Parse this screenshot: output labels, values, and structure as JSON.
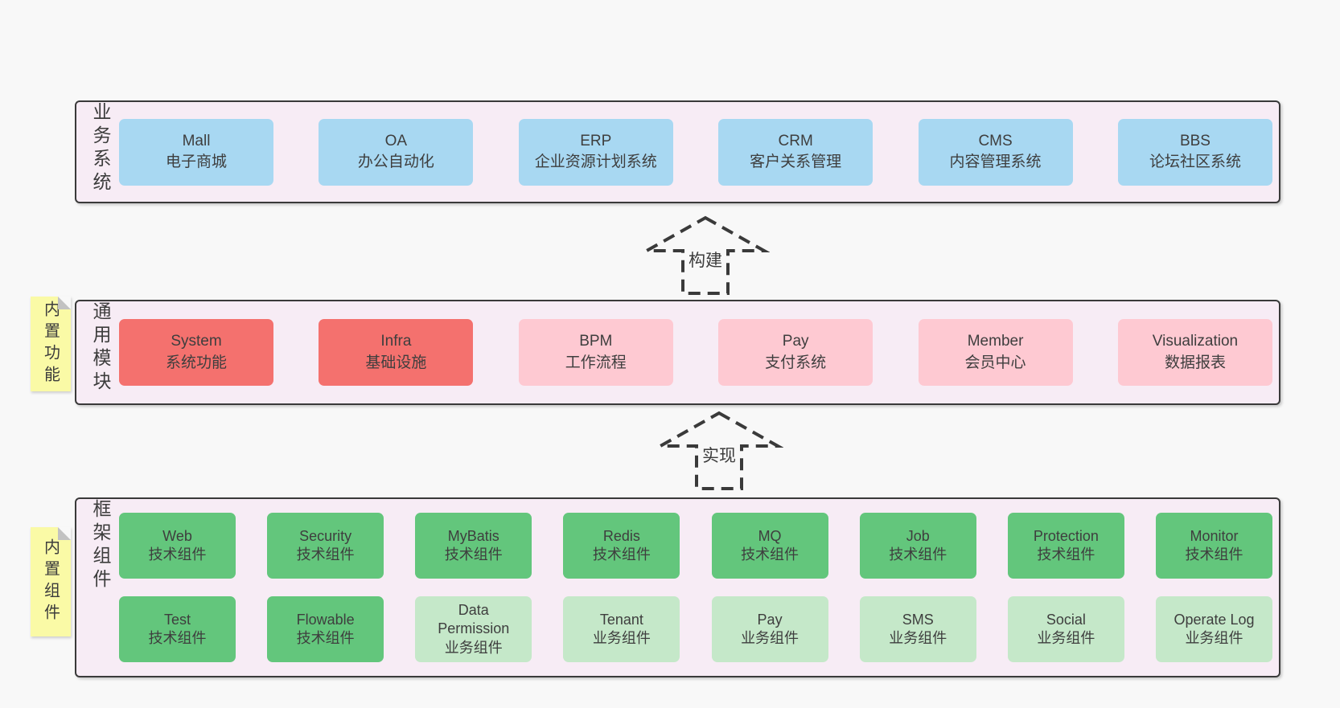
{
  "colors": {
    "page_bg": "#f8f8f8",
    "band_bg": "#f7ecf5",
    "border": "#3a3a3a",
    "text": "#3e3e3e",
    "sticky_yellow": "#fafaa6",
    "blue": "#a8d8f2",
    "red": "#f4716e",
    "pink": "#fec9d2",
    "green": "#63c67c",
    "lightgreen": "#c5e8c9"
  },
  "arrows": [
    {
      "label": "构建"
    },
    {
      "label": "实现"
    }
  ],
  "bands": [
    {
      "name": "business-systems",
      "side_label": "业务系统",
      "sticky": null,
      "rows": [
        [
          {
            "title": "Mall",
            "subtitle": "电子商城",
            "variant": "blue"
          },
          {
            "title": "OA",
            "subtitle": "办公自动化",
            "variant": "blue"
          },
          {
            "title": "ERP",
            "subtitle": "企业资源计划系统",
            "variant": "blue"
          },
          {
            "title": "CRM",
            "subtitle": "客户关系管理",
            "variant": "blue"
          },
          {
            "title": "CMS",
            "subtitle": "内容管理系统",
            "variant": "blue"
          },
          {
            "title": "BBS",
            "subtitle": "论坛社区系统",
            "variant": "blue"
          }
        ]
      ]
    },
    {
      "name": "common-modules",
      "side_label": "通用模块",
      "sticky": "内置功能",
      "rows": [
        [
          {
            "title": "System",
            "subtitle": "系统功能",
            "variant": "red"
          },
          {
            "title": "Infra",
            "subtitle": "基础设施",
            "variant": "red"
          },
          {
            "title": "BPM",
            "subtitle": "工作流程",
            "variant": "pink"
          },
          {
            "title": "Pay",
            "subtitle": "支付系统",
            "variant": "pink"
          },
          {
            "title": "Member",
            "subtitle": "会员中心",
            "variant": "pink"
          },
          {
            "title": "Visualization",
            "subtitle": "数据报表",
            "variant": "pink"
          }
        ]
      ]
    },
    {
      "name": "framework-components",
      "side_label": "框架组件",
      "sticky": "内置组件",
      "rows": [
        [
          {
            "title": "Web",
            "subtitle": "技术组件",
            "variant": "green"
          },
          {
            "title": "Security",
            "subtitle": "技术组件",
            "variant": "green"
          },
          {
            "title": "MyBatis",
            "subtitle": "技术组件",
            "variant": "green"
          },
          {
            "title": "Redis",
            "subtitle": "技术组件",
            "variant": "green"
          },
          {
            "title": "MQ",
            "subtitle": "技术组件",
            "variant": "green"
          },
          {
            "title": "Job",
            "subtitle": "技术组件",
            "variant": "green"
          },
          {
            "title": "Protection",
            "subtitle": "技术组件",
            "variant": "green"
          },
          {
            "title": "Monitor",
            "subtitle": "技术组件",
            "variant": "green"
          }
        ],
        [
          {
            "title": "Test",
            "subtitle": "技术组件",
            "variant": "green"
          },
          {
            "title": "Flowable",
            "subtitle": "技术组件",
            "variant": "green"
          },
          {
            "title": "Data Permission",
            "subtitle": "业务组件",
            "variant": "lightgreen"
          },
          {
            "title": "Tenant",
            "subtitle": "业务组件",
            "variant": "lightgreen"
          },
          {
            "title": "Pay",
            "subtitle": "业务组件",
            "variant": "lightgreen"
          },
          {
            "title": "SMS",
            "subtitle": "业务组件",
            "variant": "lightgreen"
          },
          {
            "title": "Social",
            "subtitle": "业务组件",
            "variant": "lightgreen"
          },
          {
            "title": "Operate Log",
            "subtitle": "业务组件",
            "variant": "lightgreen"
          }
        ]
      ]
    }
  ]
}
